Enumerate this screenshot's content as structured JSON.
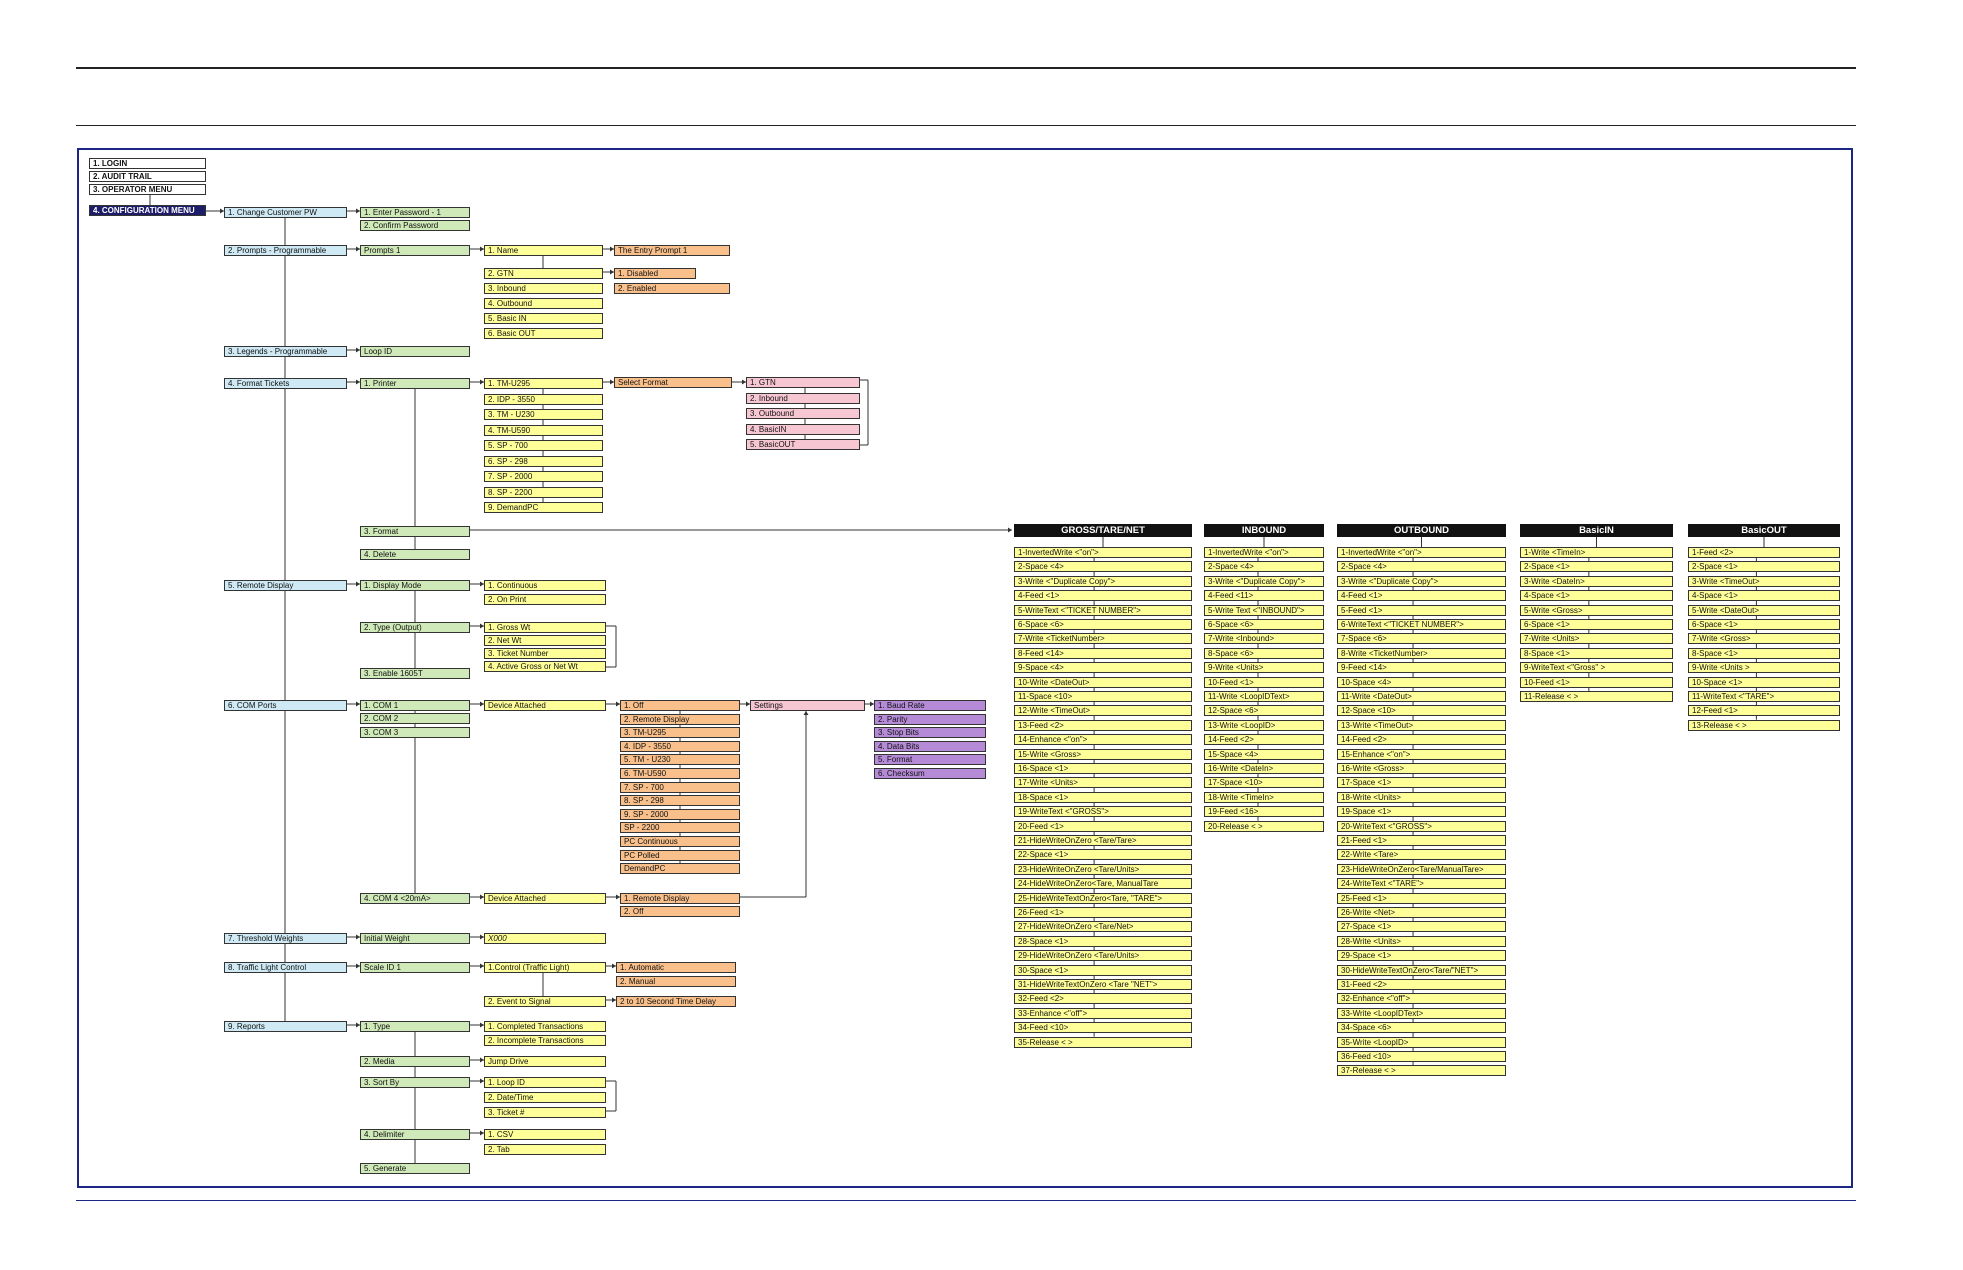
{
  "colors": {
    "frame": "#1c2685",
    "rule_dark": "#222222",
    "white": "#ffffff",
    "navy": "#1c1c6b",
    "blue": "#cfeaf4",
    "green": "#cfe9b8",
    "yellow": "#ffff99",
    "orange": "#f9c08b",
    "pink": "#f7c6d3",
    "purple": "#b58ad6",
    "header": "#111111",
    "line": "#333333"
  },
  "top_menu": [
    "1. LOGIN",
    "2. AUDIT TRAIL",
    "3. OPERATOR MENU",
    "4. CONFIGURATION MENU"
  ],
  "level1": [
    "1. Change Customer PW",
    "2. Prompts - Programmable",
    "3. Legends - Programmable",
    "4. Format Tickets",
    "5. Remote Display",
    "6. COM Ports",
    "7. Threshold Weights",
    "8. Traffic Light Control",
    "9. Reports"
  ],
  "level2": {
    "password": [
      "1. Enter Password  -  1",
      "2. Confirm Password"
    ],
    "prompts": "Prompts 1",
    "legends": "Loop ID",
    "format_tickets": [
      "1. Printer",
      "3. Format",
      "4. Delete"
    ],
    "remote_display": [
      "1. Display Mode",
      "2. Type (Output)",
      "3. Enable 1605T"
    ],
    "com_ports": [
      "1. COM 1",
      "2. COM 2",
      "3. COM 3",
      "4. COM 4 <20mA>"
    ],
    "threshold": "Initial Weight",
    "traffic": "Scale ID 1",
    "reports": [
      "1. Type",
      "2. Media",
      "3. Sort By",
      "4. Delimiter",
      "5. Generate"
    ]
  },
  "level3": {
    "prompt_fields": [
      "1. Name",
      "2. GTN",
      "3. Inbound",
      "4. Outbound",
      "5. Basic IN",
      "6. Basic OUT"
    ],
    "printers": [
      "1. TM-U295",
      "2. IDP - 3550",
      "3. TM - U230",
      "4. TM-U590",
      "5. SP - 700",
      "6. SP - 298",
      "7. SP - 2000",
      "8. SP - 2200",
      "9. DemandPC"
    ],
    "display_mode": [
      "1. Continuous",
      "2. On Print"
    ],
    "output_type": [
      "1. Gross Wt",
      "2. Net Wt",
      "3. Ticket Number",
      "4. Active Gross or Net Wt"
    ],
    "device_attached": "Device Attached",
    "device_attached_com4": "Device Attached",
    "initial_weight_value": "X000",
    "traffic_control": [
      "1.Control (Traffic Light)",
      "2. Event to Signal"
    ],
    "report_type": [
      "1. Completed Transactions",
      "2. Incomplete Transactions"
    ],
    "report_media": "Jump Drive",
    "report_sort": [
      "1. Loop ID",
      "2. Date/Time",
      "3. Ticket #"
    ],
    "report_delimiter": [
      "1. CSV",
      "2. Tab"
    ]
  },
  "level4": {
    "entry_prompt": "The Entry Prompt 1",
    "gtn_options": [
      "1. Disabled",
      "2. Enabled"
    ],
    "select_format": "Select Format",
    "com_devices": [
      "1. Off",
      "2. Remote Display",
      "3. TM-U295",
      "4. IDP - 3550",
      "5. TM - U230",
      "6. TM-U590",
      "7. SP - 700",
      "8. SP - 298",
      "9. SP - 2000",
      "SP - 2200",
      "PC Continuous",
      "PC Polled",
      "DemandPC"
    ],
    "com4_devices": [
      "1. Remote Display",
      "2. Off"
    ],
    "traffic_modes": [
      "1. Automatic",
      "2. Manual"
    ],
    "time_delay": "2 to 10 Second Time Delay"
  },
  "level5": {
    "ticket_formats": [
      "1. GTN",
      "2. Inbound",
      "3. Outbound",
      "4. BasicIN",
      "5. BasicOUT"
    ],
    "settings": "Settings"
  },
  "level6": {
    "com_settings": [
      "1. Baud Rate",
      "2. Parity",
      "3. Stop Bits",
      "4. Data Bits",
      "5. Format",
      "6. Checksum"
    ]
  },
  "format_columns": [
    {
      "title": "GROSS/TARE/NET",
      "items": [
        "1-InvertedWrite <\"on\">",
        "2-Space <4>",
        "3-Write <\"Duplicate Copy\">",
        "4-Feed <1>",
        "5-WriteText <\"TICKET NUMBER\">",
        "6-Space <6>",
        "7-Write <TicketNumber>",
        "8-Feed <14>",
        "9-Space <4>",
        "10-Write <DateOut>",
        "11-Space <10>",
        "12-Write <TimeOut>",
        "13-Feed <2>",
        "14-Enhance <\"on\">",
        "15-Write <Gross>",
        "16-Space <1>",
        "17-Write <Units>",
        "18-Space <1>",
        "19-WriteText <\"GROSS\">",
        "20-Feed <1>",
        "21-HideWriteOnZero <Tare/Tare>",
        "22-Space <1>",
        "23-HideWriteOnZero <Tare/Units>",
        "24-HideWriteOnZero<Tare, ManualTare",
        "25-HideWriteTextOnZero<Tare, \"TARE\">",
        "26-Feed <1>",
        "27-HideWriteOnZero <Tare/Net>",
        "28-Space <1>",
        "29-HideWriteOnZero <Tare/Units>",
        "30-Space <1>",
        "31-HideWriteTextOnZero <Tare \"NET\">",
        "32-Feed <2>",
        "33-Enhance <\"off\">",
        "34-Feed <10>",
        "35-Release < >"
      ]
    },
    {
      "title": "INBOUND",
      "items": [
        "1-InvertedWrite <\"on\">",
        "2-Space <4>",
        "3-Write <\"Duplicate Copy\">",
        "4-Feed <11>",
        "5-Write Text <\"INBOUND\">",
        "6-Space <6>",
        "7-Write <Inbound>",
        "8-Space <6>",
        "9-Write <Units>",
        "10-Feed <1>",
        "11-Write <LoopIDText>",
        "12-Space <6>",
        "13-Write <LoopID>",
        "14-Feed <2>",
        "15-Space <4>",
        "16-Write <DateIn>",
        "17-Space <10>",
        "18-Write <TimeIn>",
        "19-Feed <16>",
        "20-Release < >"
      ]
    },
    {
      "title": "OUTBOUND",
      "items": [
        "1-InvertedWrite <\"on\">",
        "2-Space <4>",
        "3-Write <\"Duplicate Copy\">",
        "4-Feed <1>",
        "5-Feed <1>",
        "6-WriteText <\"TICKET NUMBER\">",
        "7-Space <6>",
        "8-Write <TicketNumber>",
        "9-Feed <14>",
        "10-Space <4>",
        "11-Write <DateOut>",
        "12-Space <10>",
        "13-Write <TimeOut>",
        "14-Feed <2>",
        "15-Enhance <\"on\">",
        "16-Write <Gross>",
        "17-Space <1>",
        "18-Write <Units>",
        "19-Space <1>",
        "20-WriteText <\"GROSS\">",
        "21-Feed <1>",
        "22-Write <Tare>",
        "23-HideWriteOnZero<Tare/ManualTare>",
        "24-WriteText <\"TARE\">",
        "25-Feed <1>",
        "26-Write <Net>",
        "27-Space <1>",
        "28-Write <Units>",
        "29-Space <1>",
        "30-HideWriteTextOnZero<Tare/\"NET\">",
        "31-Feed <2>",
        "32-Enhance <\"off\">",
        "33-Write <LoopIDText>",
        "34-Space <6>",
        "35-Write <LoopID>",
        "36-Feed <10>",
        "37-Release < >"
      ]
    },
    {
      "title": "BasicIN",
      "items": [
        "1-Write <TimeIn>",
        "2-Space <1>",
        "3-Write <DateIn>",
        "4-Space <1>",
        "5-Write <Gross>",
        "6-Space <1>",
        "7-Write <Units>",
        "8-Space <1>",
        "9-WriteText <\"Gross\" >",
        "10-Feed <1>",
        "11-Release < >"
      ]
    },
    {
      "title": "BasicOUT",
      "items": [
        "1-Feed <2>",
        "2-Space <1>",
        "3-Write <TimeOut>",
        "4-Space <1>",
        "5-Write <DateOut>",
        "6-Space <1>",
        "7-Write <Gross>",
        "8-Space <1>",
        "9-Write <Units >",
        "10-Space <1>",
        "11-WriteText <\"TARE\">",
        "12-Feed <1>",
        "13-Release < >"
      ]
    }
  ]
}
